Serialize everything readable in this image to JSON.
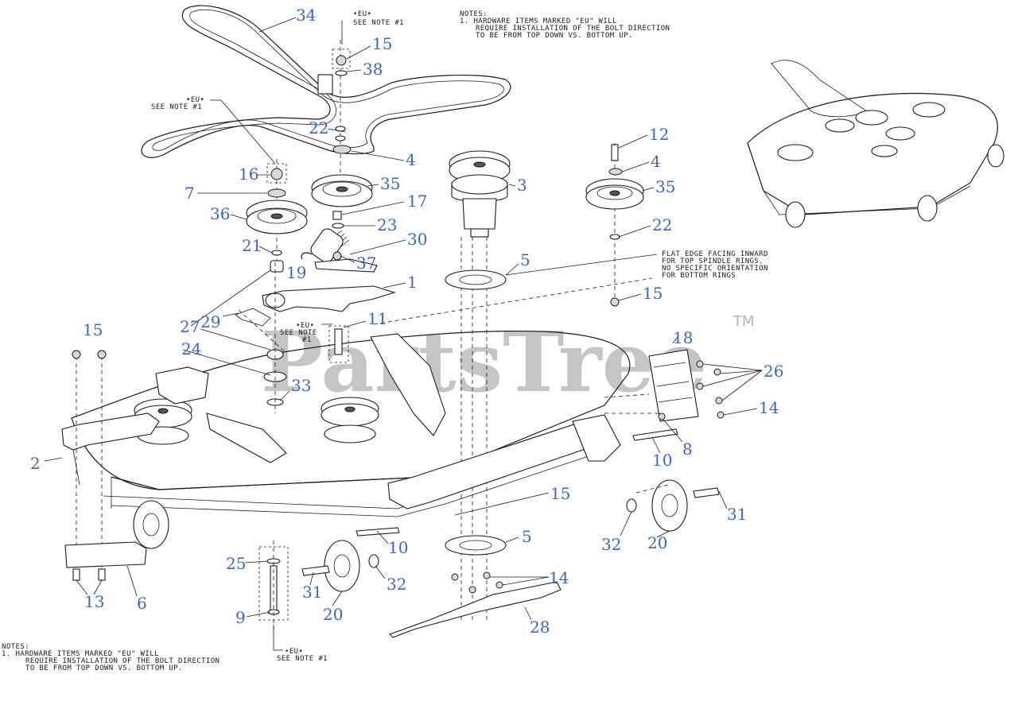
{
  "watermark": {
    "text": "PartsTree",
    "tm": "TM"
  },
  "notes": {
    "top": [
      "NOTES:",
      "1. HARDWARE ITEMS MARKED \"EU\" WILL",
      "REQUIRE INSTALLATION OF THE BOLT DIRECTION",
      "TO BE FROM TOP DOWN VS. BOTTOM UP."
    ],
    "bottom": [
      "NOTES:",
      "1. HARDWARE ITEMS MARKED \"EU\" WILL",
      "REQUIRE INSTALLATION OF THE BOLT DIRECTION",
      "TO BE FROM TOP DOWN VS. BOTTOM UP."
    ]
  },
  "eu_markers": {
    "top": {
      "tag": "•EU•",
      "note": "SEE NOTE #1"
    },
    "left": {
      "tag": "•EU•",
      "note": "SEE NOTE #1"
    },
    "middle": {
      "tag": "•EU•",
      "note": "SEE NOTE",
      "note2": "#1"
    },
    "bottom": {
      "tag": "•EU•",
      "note": "SEE NOTE #1"
    }
  },
  "flat_edge_note": [
    "FLAT EDGE FACING INWARD",
    "FOR TOP SPINDLE RINGS.",
    "NO SPECIFIC ORIENTATION",
    "FOR BOTTOM RINGS"
  ],
  "callouts": [
    "34",
    "15",
    "38",
    "22",
    "4",
    "16",
    "7",
    "35",
    "36",
    "17",
    "23",
    "30",
    "21",
    "37",
    "19",
    "1",
    "3",
    "12",
    "4",
    "35",
    "22",
    "5",
    "15",
    "27",
    "29",
    "11",
    "15",
    "24",
    "33",
    "2",
    "18",
    "26",
    "14",
    "8",
    "10",
    "15",
    "31",
    "20",
    "32",
    "5",
    "10",
    "25",
    "31",
    "32",
    "20",
    "14",
    "9",
    "13",
    "6",
    "28"
  ]
}
